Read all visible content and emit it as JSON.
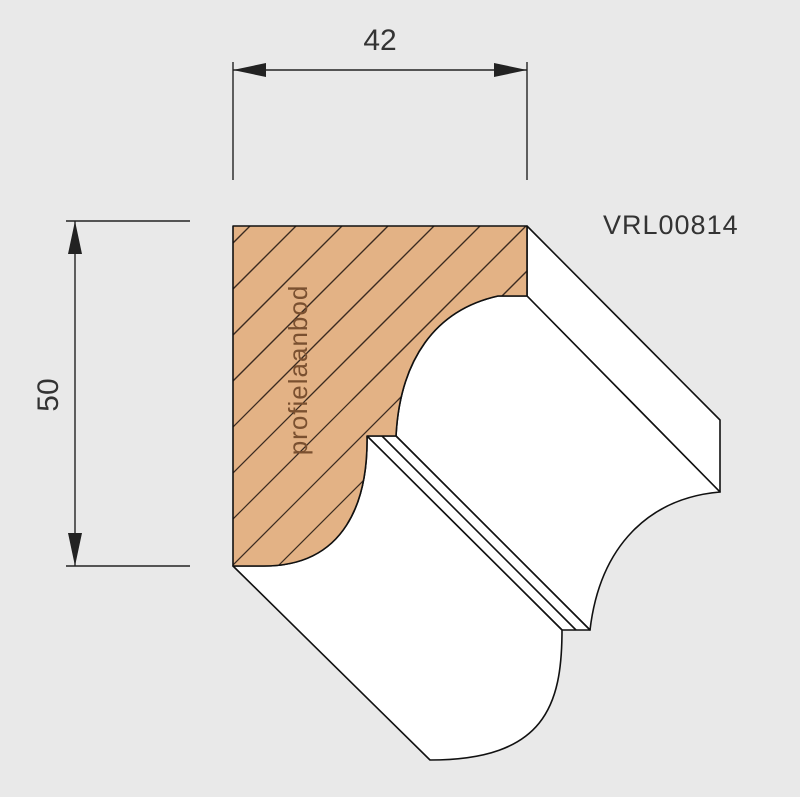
{
  "drawing": {
    "product_code": "VRL00814",
    "watermark": "profielaanbod",
    "dimensions": {
      "width": {
        "label": "42"
      },
      "height": {
        "label": "50"
      }
    },
    "colors": {
      "background": "#e9e9e9",
      "section_fill": "#e3b285",
      "hatch": "#3a2a20",
      "line": "#111111",
      "face": "#ffffff"
    }
  }
}
